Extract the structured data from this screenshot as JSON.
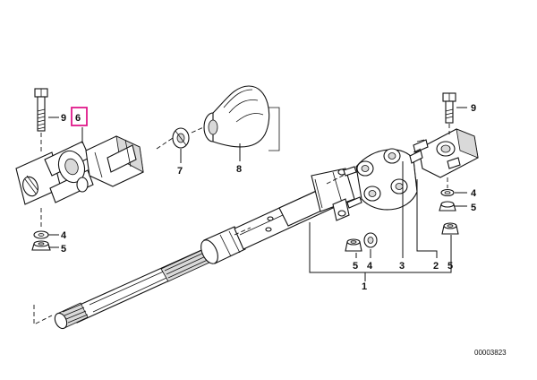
{
  "callouts": {
    "bolt_top_left": "9",
    "joint_highlighted": "6",
    "washer_left": "4",
    "nut_left": "5",
    "seal_ring": "7",
    "boot": "8",
    "bolt_top_right": "9",
    "washer_right": "4",
    "nut_right": "5",
    "nut_bottom": "5",
    "washer_bottom": "4",
    "coupling": "3",
    "flange": "2",
    "nut_bottom_right": "5",
    "assembly": "1"
  },
  "highlight_color": "#e0198a",
  "drawing_code": "00003823"
}
